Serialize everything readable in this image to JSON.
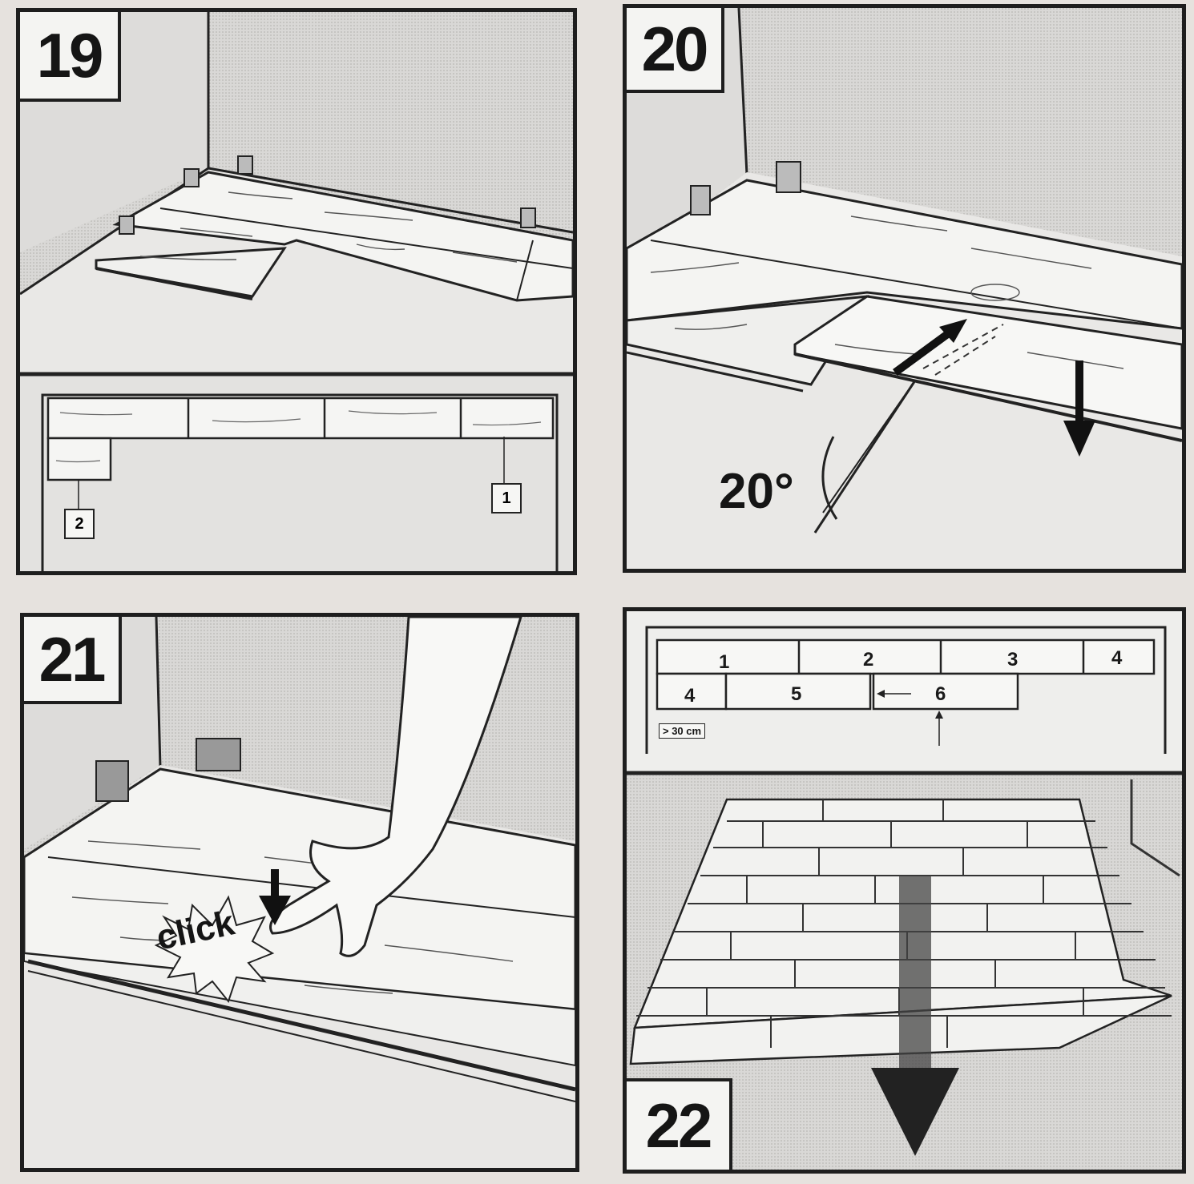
{
  "panels": [
    {
      "step": "19",
      "labels": {
        "board_1": "1",
        "board_2": "2"
      }
    },
    {
      "step": "20",
      "angle": "20°"
    },
    {
      "step": "21",
      "click": "click"
    },
    {
      "step": "22",
      "layout": {
        "row1": [
          "1",
          "2",
          "3",
          "4"
        ],
        "row2": [
          "4",
          "5",
          "6"
        ],
        "min_offset": "> 30 cm"
      }
    }
  ]
}
